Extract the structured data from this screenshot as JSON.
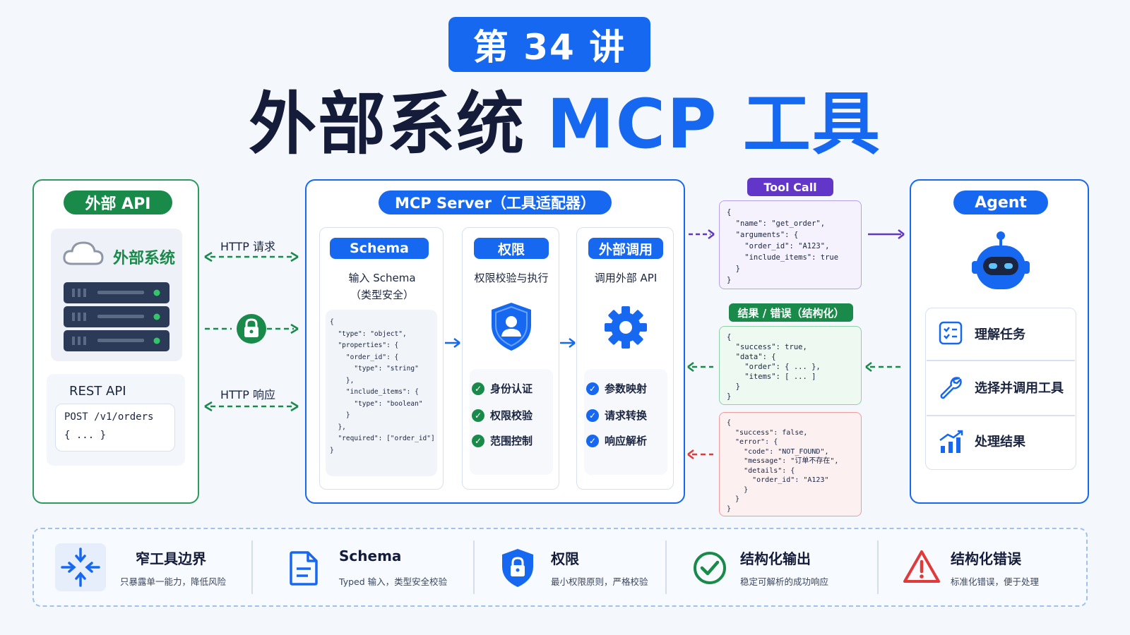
{
  "header": {
    "lecture": "第 34 讲",
    "title_dark": "外部系统",
    "title_blue": "MCP 工具"
  },
  "external_api": {
    "pill": "外部 API",
    "system_label": "外部系统",
    "rest_title": "REST API",
    "rest_line1": "POST /v1/orders",
    "rest_line2": "{ ... }"
  },
  "links": {
    "http_request": "HTTP 请求",
    "http_response": "HTTP 响应"
  },
  "mcp_server": {
    "pill": "MCP Server（工具适配器）",
    "schema": {
      "pill": "Schema",
      "desc_line1": "输入 Schema",
      "desc_line2": "（类型安全）",
      "code": "{\n  \"type\": \"object\",\n  \"properties\": {\n    \"order_id\": {\n      \"type\": \"string\"\n    },\n    \"include_items\": {\n      \"type\": \"boolean\"\n    }\n  },\n  \"required\": [\"order_id\"]\n}"
    },
    "permission": {
      "pill": "权限",
      "desc": "权限校验与执行",
      "items": [
        "身份认证",
        "权限校验",
        "范围控制"
      ]
    },
    "external_call": {
      "pill": "外部调用",
      "desc": "调用外部 API",
      "items": [
        "参数映射",
        "请求转换",
        "响应解析"
      ]
    }
  },
  "tool_call": {
    "pill": "Tool Call",
    "code": "{\n  \"name\": \"get_order\",\n  \"arguments\": {\n    \"order_id\": \"A123\",\n    \"include_items\": true\n  }\n}"
  },
  "result": {
    "pill": "结果 / 错误（结构化）",
    "success_code": "{\n  \"success\": true,\n  \"data\": {\n    \"order\": { ... },\n    \"items\": [ ... ]\n  }\n}",
    "error_code": "{\n  \"success\": false,\n  \"error\": {\n    \"code\": \"NOT_FOUND\",\n    \"message\": \"订单不存在\",\n    \"details\": {\n      \"order_id\": \"A123\"\n    }\n  }\n}"
  },
  "agent": {
    "pill": "Agent",
    "steps": [
      "理解任务",
      "选择并调用工具",
      "处理结果"
    ]
  },
  "features": [
    {
      "title": "窄工具边界",
      "desc": "只暴露单一能力，降低风险",
      "icon": "compress-arrows-icon"
    },
    {
      "title": "Schema",
      "desc": "Typed 输入，类型安全校验",
      "icon": "document-icon"
    },
    {
      "title": "权限",
      "desc": "最小权限原则，严格校验",
      "icon": "shield-lock-icon"
    },
    {
      "title": "结构化输出",
      "desc": "稳定可解析的成功响应",
      "icon": "check-circle-icon"
    },
    {
      "title": "结构化错误",
      "desc": "标准化错误，便于处理",
      "icon": "warning-icon"
    }
  ],
  "colors": {
    "blue": "#1668f0",
    "green": "#1a8a4a",
    "purple": "#6236c9",
    "red": "#e03b3b"
  }
}
